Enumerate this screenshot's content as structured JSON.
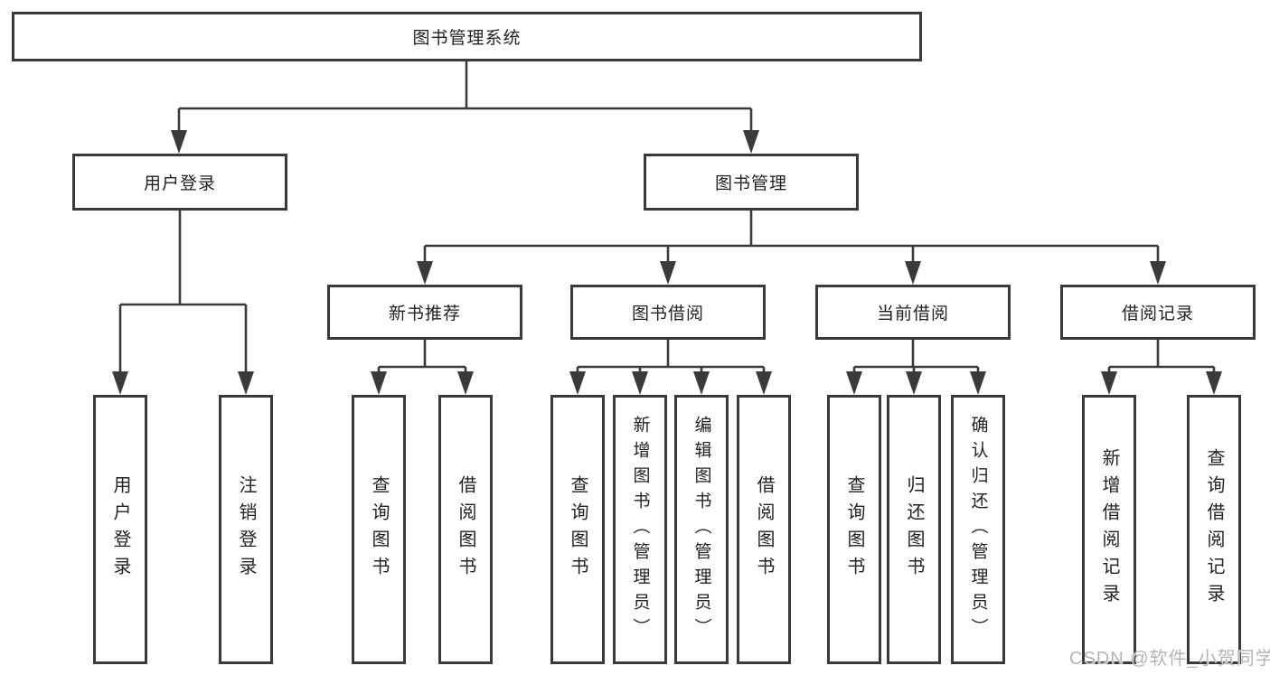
{
  "diagram": {
    "root": "图书管理系统",
    "level2": [
      "用户登录",
      "图书管理"
    ],
    "level3": [
      "新书推荐",
      "图书借阅",
      "当前借阅",
      "借阅记录"
    ],
    "leaves_user_login": [
      "用户登录",
      "注销登录"
    ],
    "leaves_new_book": [
      "查询图书",
      "借阅图书"
    ],
    "leaves_book_borrow": [
      "查询图书",
      "新增图书（管理员）",
      "编辑图书（管理员）",
      "借阅图书"
    ],
    "leaves_current_borrow": [
      "查询图书",
      "归还图书",
      "确认归还（管理员）"
    ],
    "leaves_borrow_record": [
      "新增借阅记录",
      "查询借阅记录"
    ]
  },
  "watermark": "CSDN @软件_小贺同学",
  "colors": {
    "line": "#3a3a3a",
    "text": "#222222",
    "watermark": "#b4b4b4",
    "canvas": "#ffffff"
  }
}
